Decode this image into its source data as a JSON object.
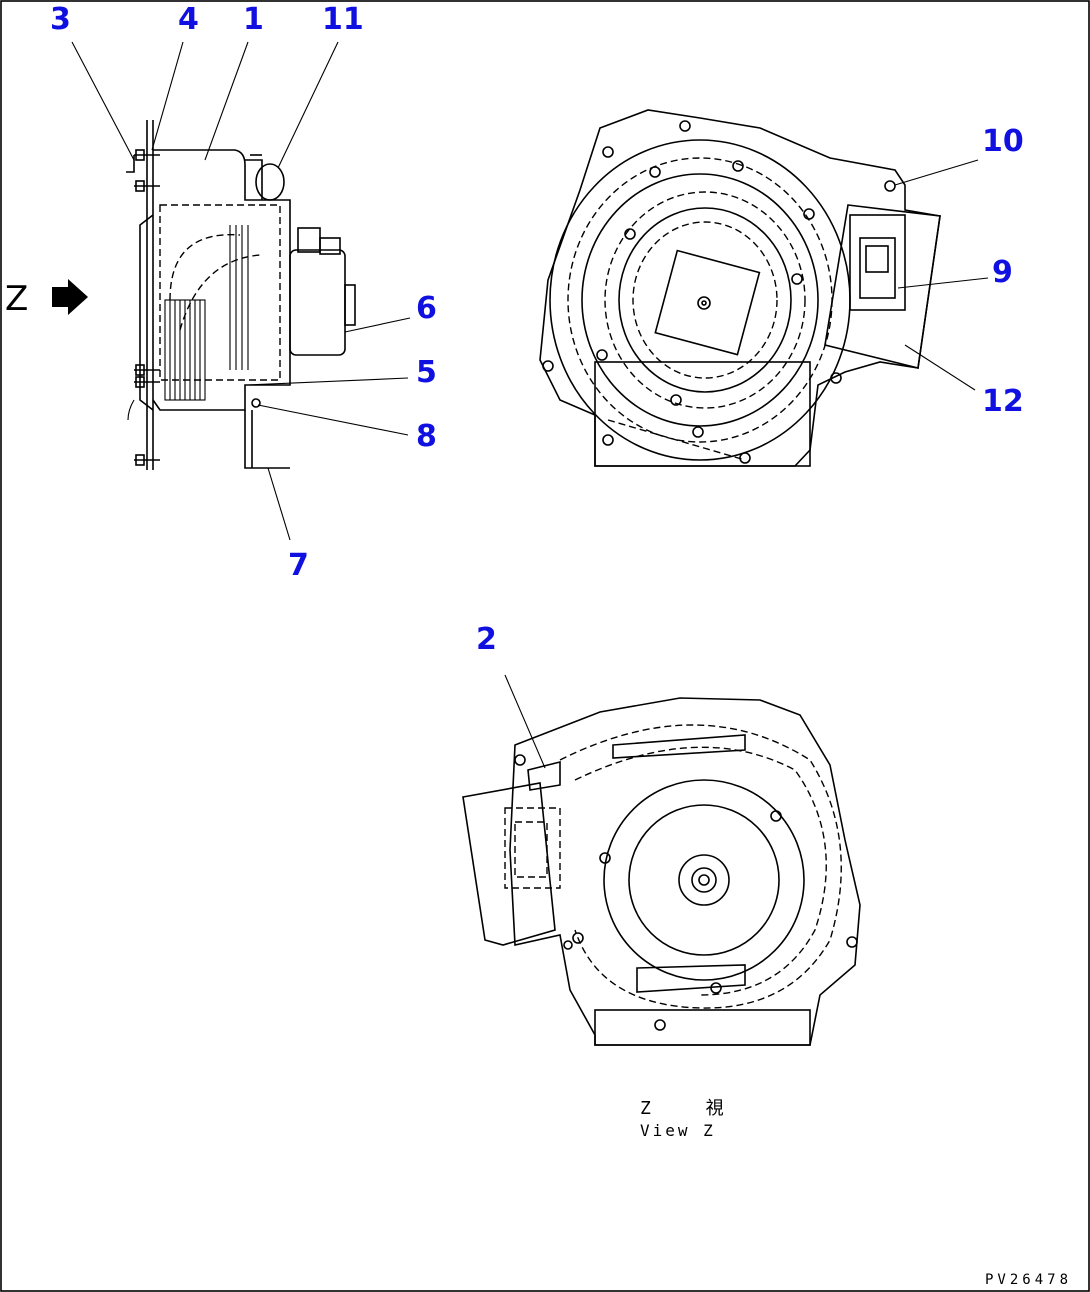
{
  "callouts": {
    "c1": "1",
    "c2": "2",
    "c3": "3",
    "c4": "4",
    "c5": "5",
    "c6": "6",
    "c7": "7",
    "c8": "8",
    "c9": "9",
    "c10": "10",
    "c11": "11",
    "c12": "12"
  },
  "view_marker": "Z",
  "view_caption": {
    "jp": "Z 視",
    "en": "View Z"
  },
  "drawing_number": "PV26478",
  "colors": {
    "callout": "#1010e0",
    "line": "#000000",
    "background": "#ffffff"
  }
}
